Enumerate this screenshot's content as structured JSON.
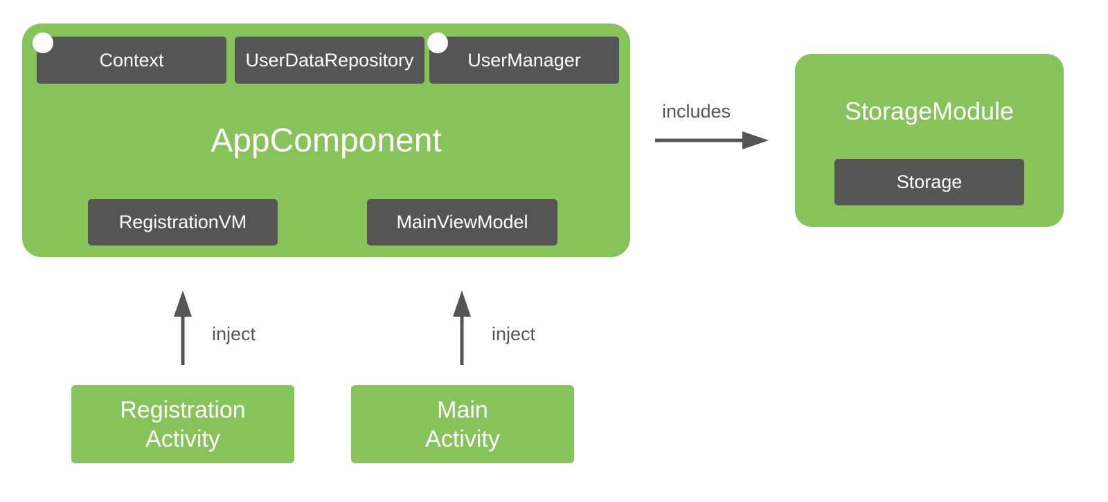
{
  "colors": {
    "green": "#88c25b",
    "dark": "#555555",
    "white": "#ffffff"
  },
  "app_component": {
    "title": "AppComponent",
    "top_items": [
      "Context",
      "UserDataRepository",
      "UserManager"
    ],
    "bottom_items": [
      "RegistrationVM",
      "MainViewModel"
    ]
  },
  "storage_module": {
    "title": "StorageModule",
    "item": "Storage"
  },
  "edges": {
    "includes": "includes",
    "inject_left": "inject",
    "inject_right": "inject"
  },
  "activities": {
    "registration": {
      "line1": "Registration",
      "line2": "Activity"
    },
    "main": {
      "line1": "Main",
      "line2": "Activity"
    }
  }
}
